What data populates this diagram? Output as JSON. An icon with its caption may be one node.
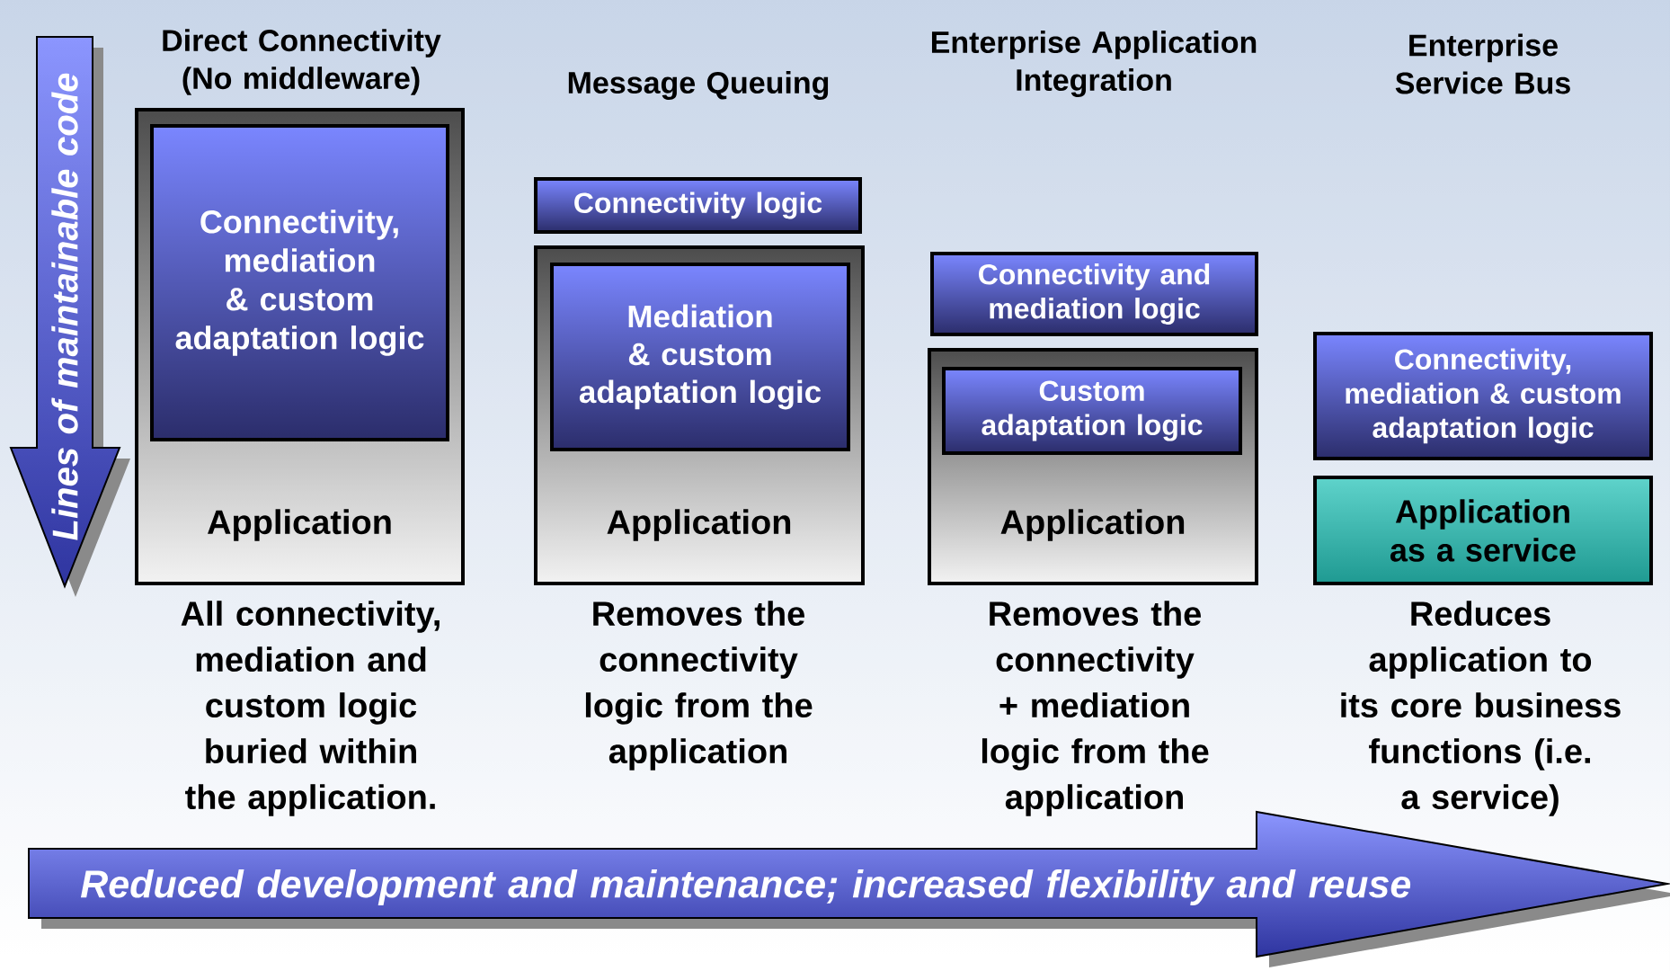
{
  "diagram": {
    "nodes": [
      {
        "text": [
          "Application"
        ],
        "beside": [
          "All connectivity, mediation and custom logic buried within the application."
        ]
      },
      {
        "text": [
          "Connectivity, mediation & custom adaptation logic"
        ],
        "in": 0
      },
      {
        "text": [
          "Application"
        ],
        "beside": [
          "Removes the connectivity logic from the application"
        ]
      },
      {
        "text": [
          "Connectivity logic"
        ]
      },
      {
        "text": [
          "Mediation & custom adaptation logic"
        ],
        "in": 2
      },
      {
        "text": [
          "Application"
        ],
        "beside": [
          "Removes the connectivity + mediation logic from the application"
        ]
      },
      {
        "text": [
          "Connectivity and mediation logic"
        ]
      },
      {
        "text": [
          "Custom adaptation logic"
        ],
        "in": 5
      },
      {
        "text": [
          "Connectivity, mediation & custom adaptation logic"
        ]
      },
      {
        "text": [
          "Application as a service"
        ],
        "beside": [
          "Reduces application to its core business functions (i.e. a service)"
        ]
      }
    ],
    "edges": [],
    "labels": [
      "Lines of maintainable code",
      "Direct Connectivity (No middleware)",
      "Message Queuing",
      "Enterprise Application Integration",
      "Enterprise Service Bus",
      "Reduced development and maintenance; increased flexibility and reuse"
    ]
  }
}
